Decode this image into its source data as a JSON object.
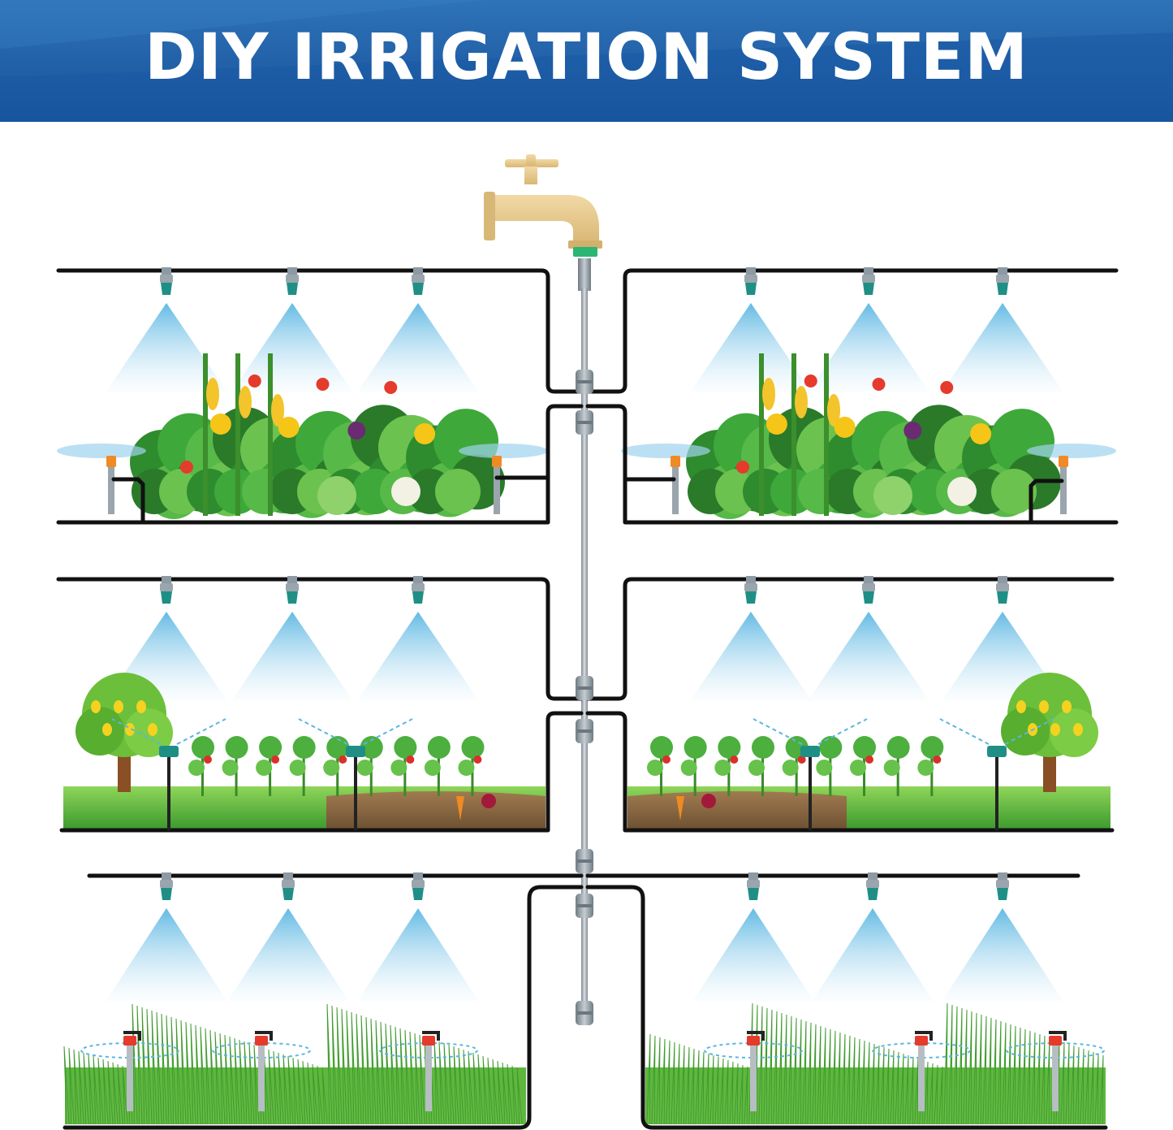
{
  "banner": {
    "title": "DIY IRRIGATION SYSTEM",
    "color_top": "#2e73b8",
    "color_bottom": "#17509a"
  },
  "diagram": {
    "pipe_color": "#111111",
    "connector_color": "#8d9aa3",
    "nozzle_color": "#1f8f86",
    "spray_color": "#7fc7e8",
    "faucet_color": "#e8c98e",
    "grass_color": "#6cc04a",
    "soil_color": "#8a6a45",
    "sections": [
      {
        "id": "vegetable-bed-left",
        "plant_type": "vegetables",
        "emitter": "stake-sprayer"
      },
      {
        "id": "vegetable-bed-right",
        "plant_type": "vegetables",
        "emitter": "stake-sprayer"
      },
      {
        "id": "orchard-garden-left",
        "plant_type": "fruit-trees-and-vegetables",
        "emitter": "rotating-sprinkler"
      },
      {
        "id": "orchard-garden-right",
        "plant_type": "fruit-trees-and-vegetables",
        "emitter": "rotating-sprinkler"
      },
      {
        "id": "lawn-left",
        "plant_type": "grass",
        "emitter": "impact-sprinkler"
      },
      {
        "id": "lawn-right",
        "plant_type": "grass",
        "emitter": "impact-sprinkler"
      }
    ]
  }
}
